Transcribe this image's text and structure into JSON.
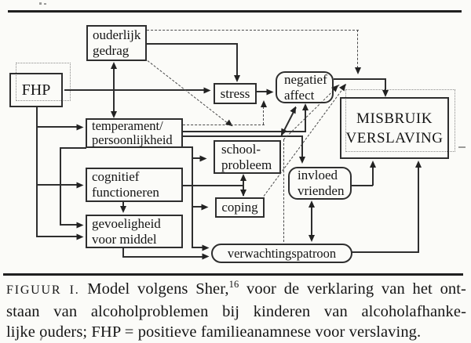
{
  "figure": {
    "boxes": {
      "fhp": "FHP",
      "ouderlijk": "ouderlijk\ngedrag",
      "temperament": "temperament/\npersoonlijkheid",
      "cognitief": "cognitief\nfunctioneren",
      "gevoeligheid": "gevoeligheid\nvoor middel",
      "stress": "stress",
      "negatief": "negatief\naffect",
      "school": "school-\nprobleem",
      "coping": "coping",
      "vrienden": "invloed\nvrienden",
      "verwachting": "verwachtingspatroon",
      "misbruik": "MISBRUIK\nVERSLAVING"
    },
    "colors": {
      "line": "#2e2e2e",
      "dashed_line": "#4a4a4a",
      "dotted_outline": "#8a8a8a",
      "background": "#fbfbf8",
      "text": "#151515"
    }
  },
  "caption": {
    "label": "FIGUUR I.",
    "line1_a": " Model volgens Sher,",
    "line1_sup": "16",
    "line1_b": " voor de verklaring van het ont-",
    "line2": "staan van alcoholproblemen bij kinderen van alcoholafhanke-",
    "line3": "lijke ouders; FHP = positieve familieanamnese voor verslaving."
  }
}
